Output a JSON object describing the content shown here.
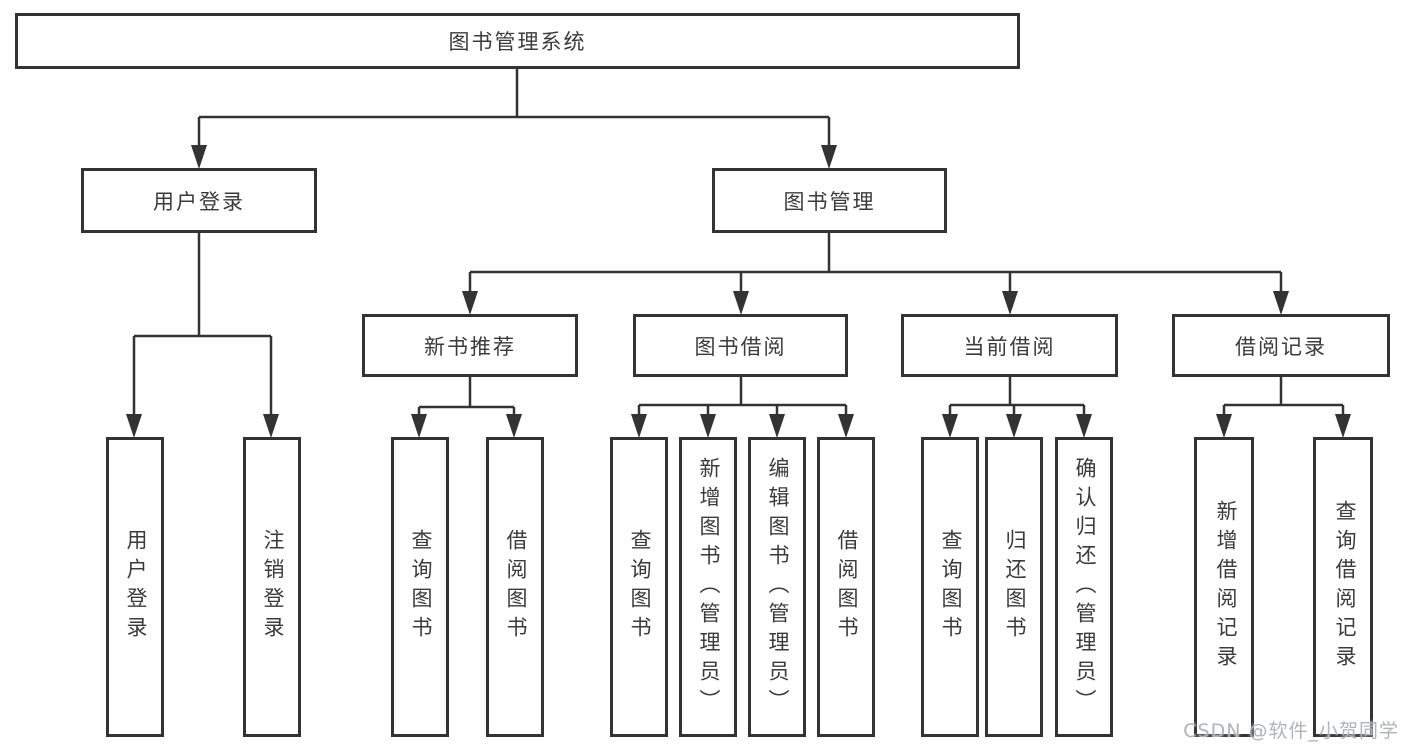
{
  "nodes": {
    "root": "图书管理系统",
    "user_login": "用户登录",
    "book_mgmt": "图书管理",
    "new_book_rec": "新书推荐",
    "book_borrow": "图书借阅",
    "current_borrow": "当前借阅",
    "borrow_records": "借阅记录",
    "ul_login": "用户登录",
    "ul_logout": "注销登录",
    "nb_query": "查询图书",
    "nb_borrow": "借阅图书",
    "bb_query": "查询图书",
    "bb_add": "新增图书（管理员）",
    "bb_edit": "编辑图书（管理员）",
    "bb_borrow": "借阅图书",
    "cb_query": "查询图书",
    "cb_return": "归还图书",
    "cb_confirm": "确认归还（管理员）",
    "br_add": "新增借阅记录",
    "br_query": "查询借阅记录"
  },
  "watermark": "CSDN @软件_小贺同学",
  "colors": {
    "line": "#333333",
    "text": "#3b3b3b",
    "box_fill": "#ffffff",
    "watermark_text": "#b0b4b9",
    "background": "#ffffff"
  }
}
